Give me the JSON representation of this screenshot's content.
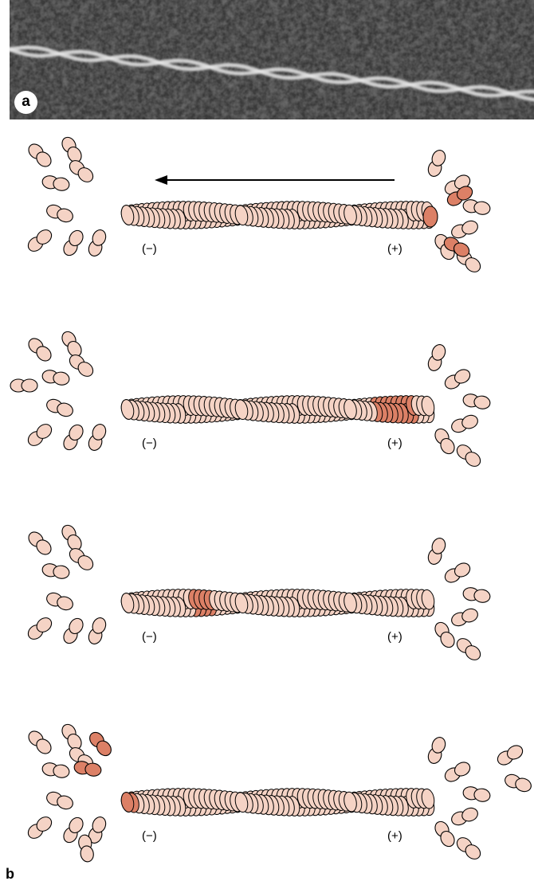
{
  "panel_a": {
    "label": "a"
  },
  "panel_b": {
    "label": "b"
  },
  "stages": [
    {
      "minus": "(−)",
      "plus": "(+)",
      "highlight": "plus-end-joining"
    },
    {
      "minus": "(−)",
      "plus": "(+)",
      "highlight": "near-plus-end"
    },
    {
      "minus": "(−)",
      "plus": "(+)",
      "highlight": "near-minus-end"
    },
    {
      "minus": "(−)",
      "plus": "(+)",
      "highlight": "minus-end-leaving"
    }
  ],
  "colors": {
    "monomer": "#f5d3c5",
    "highlight": "#dc8066",
    "outline": "#000000",
    "arrow": "#000000"
  },
  "arrow_direction": "plus-to-minus"
}
